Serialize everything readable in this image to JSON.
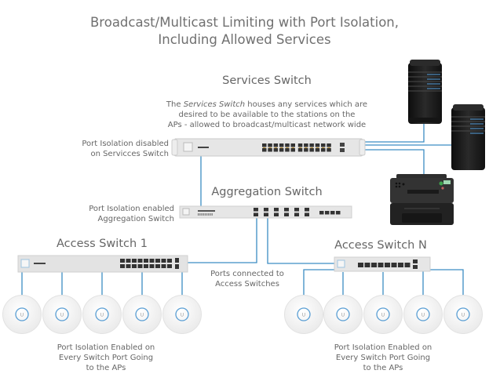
{
  "title": {
    "line1": "Broadcast/Multicast Limiting with Port Isolation,",
    "line2": "Including Allowed Services"
  },
  "services_switch": {
    "heading": "Services Switch",
    "desc_prefix": "The ",
    "desc_italic": "Services Switch",
    "desc_line1_rest": " houses any services which are",
    "desc_line2": "desired to be available to the stations on the",
    "desc_line3": "APs - allowed to broadcast/multicast network wide",
    "note_line1": "Port Isolation disabled",
    "note_line2": "on Servicces Switch"
  },
  "aggregation_switch": {
    "heading": "Aggregation Switch",
    "note_line1": "Port Isolation enabled",
    "note_line2": "Aggregation Switch"
  },
  "access_switch_1": {
    "heading": "Access Switch 1",
    "note_line1": "Port Isolation Enabled on",
    "note_line2": "Every Switch Port Going",
    "note_line3": "to the APs"
  },
  "access_switch_n": {
    "heading": "Access Switch N",
    "note_line1": "Port Isolation Enabled on",
    "note_line2": "Every Switch Port Going",
    "note_line3": "to the APs"
  },
  "uplink_note": {
    "line1": "Ports connected to",
    "line2": "Access Switches"
  },
  "devices": {
    "servers": [
      "server-1",
      "server-2"
    ],
    "printer": "printer",
    "access_points_per_switch": 5,
    "ap_logo": "U"
  },
  "colors": {
    "cable": "#3c8dc4",
    "switch_body": "#e4e4e4",
    "server_body": "#1c1c1c",
    "text": "#666666"
  }
}
